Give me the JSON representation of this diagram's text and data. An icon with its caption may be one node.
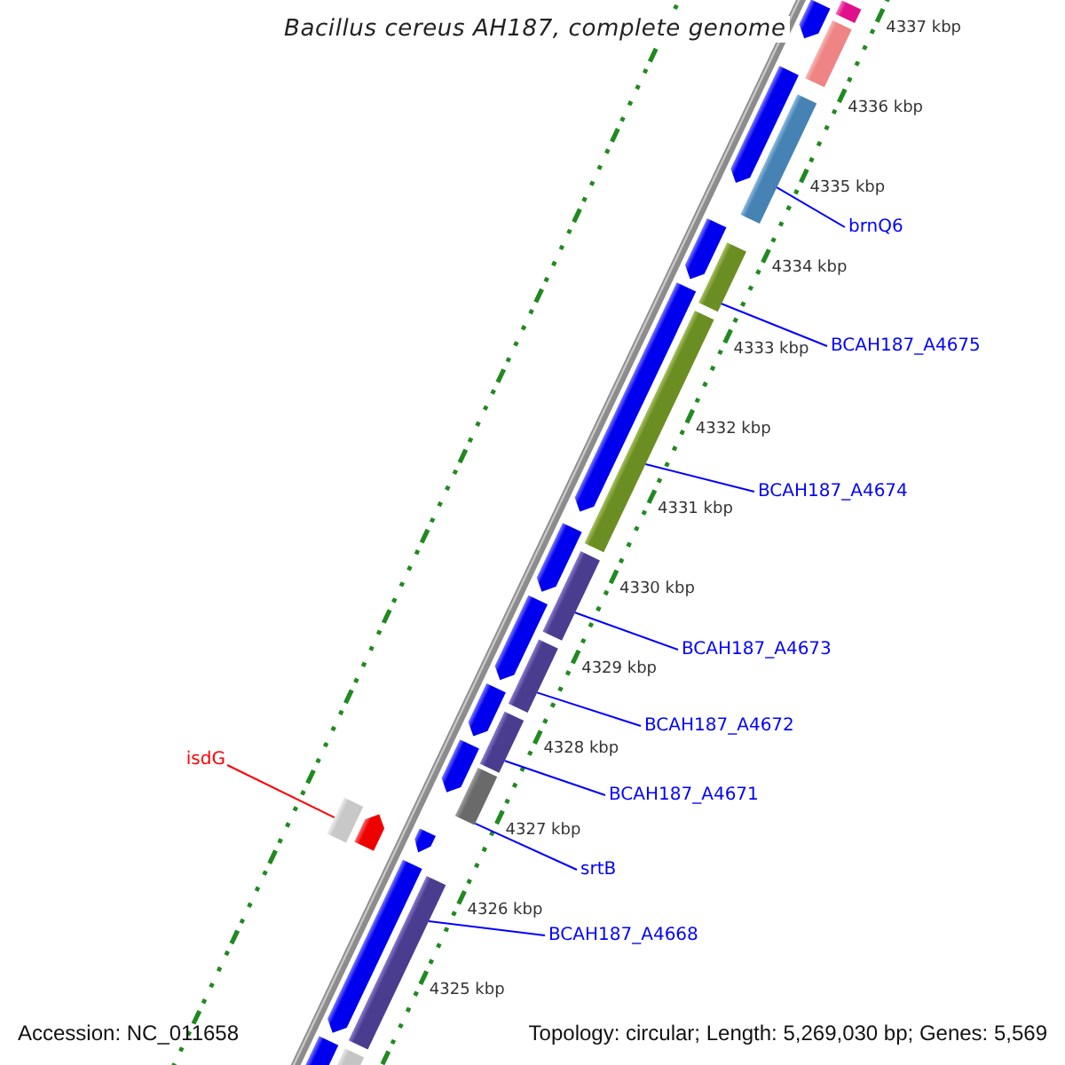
{
  "diagram": {
    "title": "Bacillus cereus AH187, complete genome",
    "nodes": [
      {
        "text": [
          "brnQ6"
        ]
      },
      {
        "text": [
          "BCAH187_A4675"
        ]
      },
      {
        "text": [
          "BCAH187_A4674"
        ]
      },
      {
        "text": [
          "BCAH187_A4673"
        ]
      },
      {
        "text": [
          "BCAH187_A4672"
        ]
      },
      {
        "text": [
          "isdG"
        ]
      },
      {
        "text": [
          "BCAH187_A4671"
        ]
      },
      {
        "text": [
          "srtB"
        ]
      },
      {
        "text": [
          "BCAH187_A4668"
        ]
      },
      {
        "text": [],
        "shape": "pentagon"
      },
      {
        "text": [],
        "shape": "bar"
      },
      {
        "text": [],
        "shape": "bar"
      },
      {
        "text": [],
        "shape": "pentagon"
      },
      {
        "text": [],
        "shape": "bar"
      },
      {
        "text": [],
        "shape": "pentagon"
      },
      {
        "text": [],
        "shape": "bar"
      },
      {
        "text": [],
        "shape": "pentagon"
      },
      {
        "text": [],
        "shape": "bar"
      },
      {
        "text": [],
        "shape": "pentagon"
      },
      {
        "text": [],
        "shape": "bar"
      },
      {
        "text": [],
        "shape": "pentagon"
      },
      {
        "text": [],
        "shape": "bar"
      },
      {
        "text": [],
        "shape": "pentagon"
      },
      {
        "text": [],
        "shape": "bar"
      },
      {
        "text": [],
        "shape": "pentagon"
      },
      {
        "text": [],
        "shape": "bar"
      },
      {
        "text": [],
        "shape": "pentagon"
      },
      {
        "text": [],
        "shape": "bar"
      },
      {
        "text": [],
        "shape": "pentagon"
      },
      {
        "text": [],
        "shape": "pentagon"
      },
      {
        "text": [],
        "shape": "bar"
      },
      {
        "text": [],
        "shape": "pentagon"
      },
      {
        "text": [],
        "shape": "bar"
      }
    ],
    "edges": [
      {
        "from": 0,
        "to": 13,
        "arrow": "none"
      },
      {
        "from": 1,
        "to": 15,
        "arrow": "none"
      },
      {
        "from": 2,
        "to": 17,
        "arrow": "none"
      },
      {
        "from": 3,
        "to": 19,
        "arrow": "none"
      },
      {
        "from": 4,
        "to": 21,
        "arrow": "none"
      },
      {
        "from": 5,
        "to": 27,
        "arrow": "none",
        "color": "#ff0000"
      },
      {
        "from": 6,
        "to": 23,
        "arrow": "none"
      },
      {
        "from": 7,
        "to": 25,
        "arrow": "none"
      },
      {
        "from": 8,
        "to": 30,
        "arrow": "none"
      }
    ],
    "labels": [
      "4337 kbp",
      "4336 kbp",
      "4335 kbp",
      "4334 kbp",
      "4333 kbp",
      "4332 kbp",
      "4331 kbp",
      "4330 kbp",
      "4329 kbp",
      "4328 kbp",
      "4327 kbp",
      "4326 kbp",
      "4325 kbp",
      "Accession: NC_011658",
      "Topology: circular; Length: 5,269,030 bp; Genes: 5,569"
    ]
  }
}
